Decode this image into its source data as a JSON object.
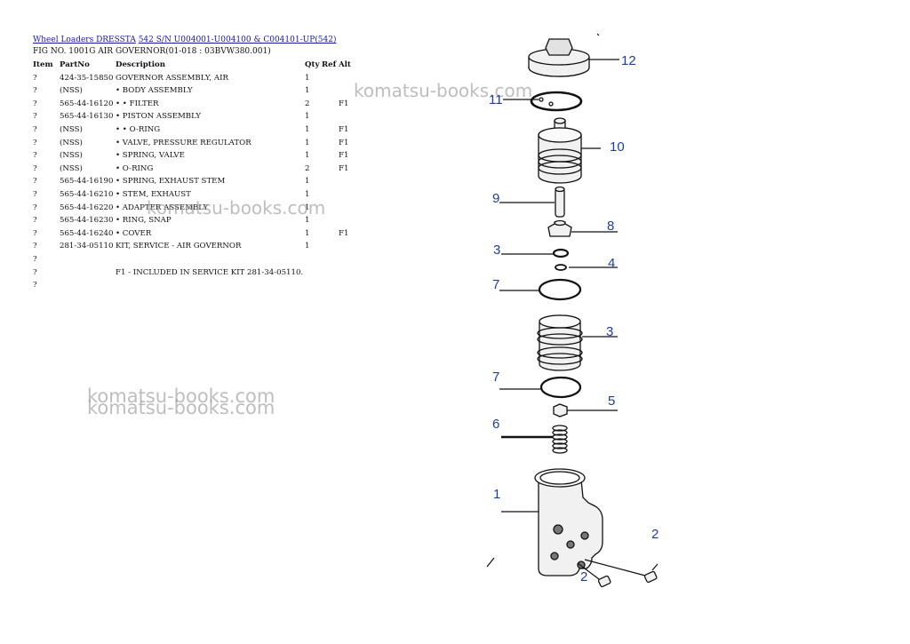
{
  "breadcrumb": {
    "links": [
      "Wheel Loaders DRESSTA",
      "542 S/N U004001-U004100 & C004101-UP(542)"
    ]
  },
  "figure_title": "FIG NO. 1001G AIR GOVERNOR(01-018 : 03BVW380.001)",
  "table": {
    "headers": {
      "item": "Item",
      "part_no": "PartNo",
      "description": "Description",
      "qty": "Qty",
      "ref": "Ref",
      "alt": "Alt"
    },
    "rows": [
      {
        "item": "?",
        "part_no": "424-35-15850",
        "description": "GOVERNOR ASSEMBLY, AIR",
        "qty": "1",
        "ref": "",
        "alt": ""
      },
      {
        "item": "?",
        "part_no": "(NSS)",
        "description": "• BODY ASSEMBLY",
        "qty": "1",
        "ref": "",
        "alt": ""
      },
      {
        "item": "?",
        "part_no": "565-44-16120",
        "description": "• • FILTER",
        "qty": "2",
        "ref": "",
        "alt": "F1"
      },
      {
        "item": "?",
        "part_no": "565-44-16130",
        "description": "• PISTON ASSEMBLY",
        "qty": "1",
        "ref": "",
        "alt": ""
      },
      {
        "item": "?",
        "part_no": "(NSS)",
        "description": "• • O-RING",
        "qty": "1",
        "ref": "",
        "alt": "F1"
      },
      {
        "item": "?",
        "part_no": "(NSS)",
        "description": "• VALVE, PRESSURE REGULATOR",
        "qty": "1",
        "ref": "",
        "alt": "F1"
      },
      {
        "item": "?",
        "part_no": "(NSS)",
        "description": "• SPRING, VALVE",
        "qty": "1",
        "ref": "",
        "alt": "F1"
      },
      {
        "item": "?",
        "part_no": "(NSS)",
        "description": "• O-RING",
        "qty": "2",
        "ref": "",
        "alt": "F1"
      },
      {
        "item": "?",
        "part_no": "565-44-16190",
        "description": "• SPRING, EXHAUST STEM",
        "qty": "1",
        "ref": "",
        "alt": ""
      },
      {
        "item": "?",
        "part_no": "565-44-16210",
        "description": "• STEM, EXHAUST",
        "qty": "1",
        "ref": "",
        "alt": ""
      },
      {
        "item": "?",
        "part_no": "565-44-16220",
        "description": "• ADAPTER ASSEMBLY",
        "qty": "1",
        "ref": "",
        "alt": ""
      },
      {
        "item": "?",
        "part_no": "565-44-16230",
        "description": "• RING, SNAP",
        "qty": "1",
        "ref": "",
        "alt": ""
      },
      {
        "item": "?",
        "part_no": "565-44-16240",
        "description": "• COVER",
        "qty": "1",
        "ref": "",
        "alt": "F1"
      },
      {
        "item": "?",
        "part_no": "281-34-05110",
        "description": "KIT, SERVICE - AIR GOVERNOR",
        "qty": "1",
        "ref": "",
        "alt": ""
      },
      {
        "item": "?",
        "part_no": "",
        "description": "",
        "qty": "",
        "ref": "",
        "alt": ""
      },
      {
        "item": "?",
        "part_no": "",
        "description": "F1 - INCLUDED IN SERVICE KIT 281-34-05110.",
        "qty": "",
        "ref": "",
        "alt": ""
      },
      {
        "item": "?",
        "part_no": "",
        "description": "",
        "qty": "",
        "ref": "",
        "alt": ""
      }
    ]
  },
  "watermark": "komatsu-books.com",
  "diagram": {
    "callouts": [
      "12",
      "11",
      "10",
      "9",
      "8",
      "3",
      "4",
      "7",
      "3",
      "7",
      "5",
      "6",
      "1",
      "2",
      "2"
    ],
    "colors": {
      "callout": "#1f3d9a",
      "line": "#111111",
      "part_fill": "#f1f1f1"
    }
  }
}
